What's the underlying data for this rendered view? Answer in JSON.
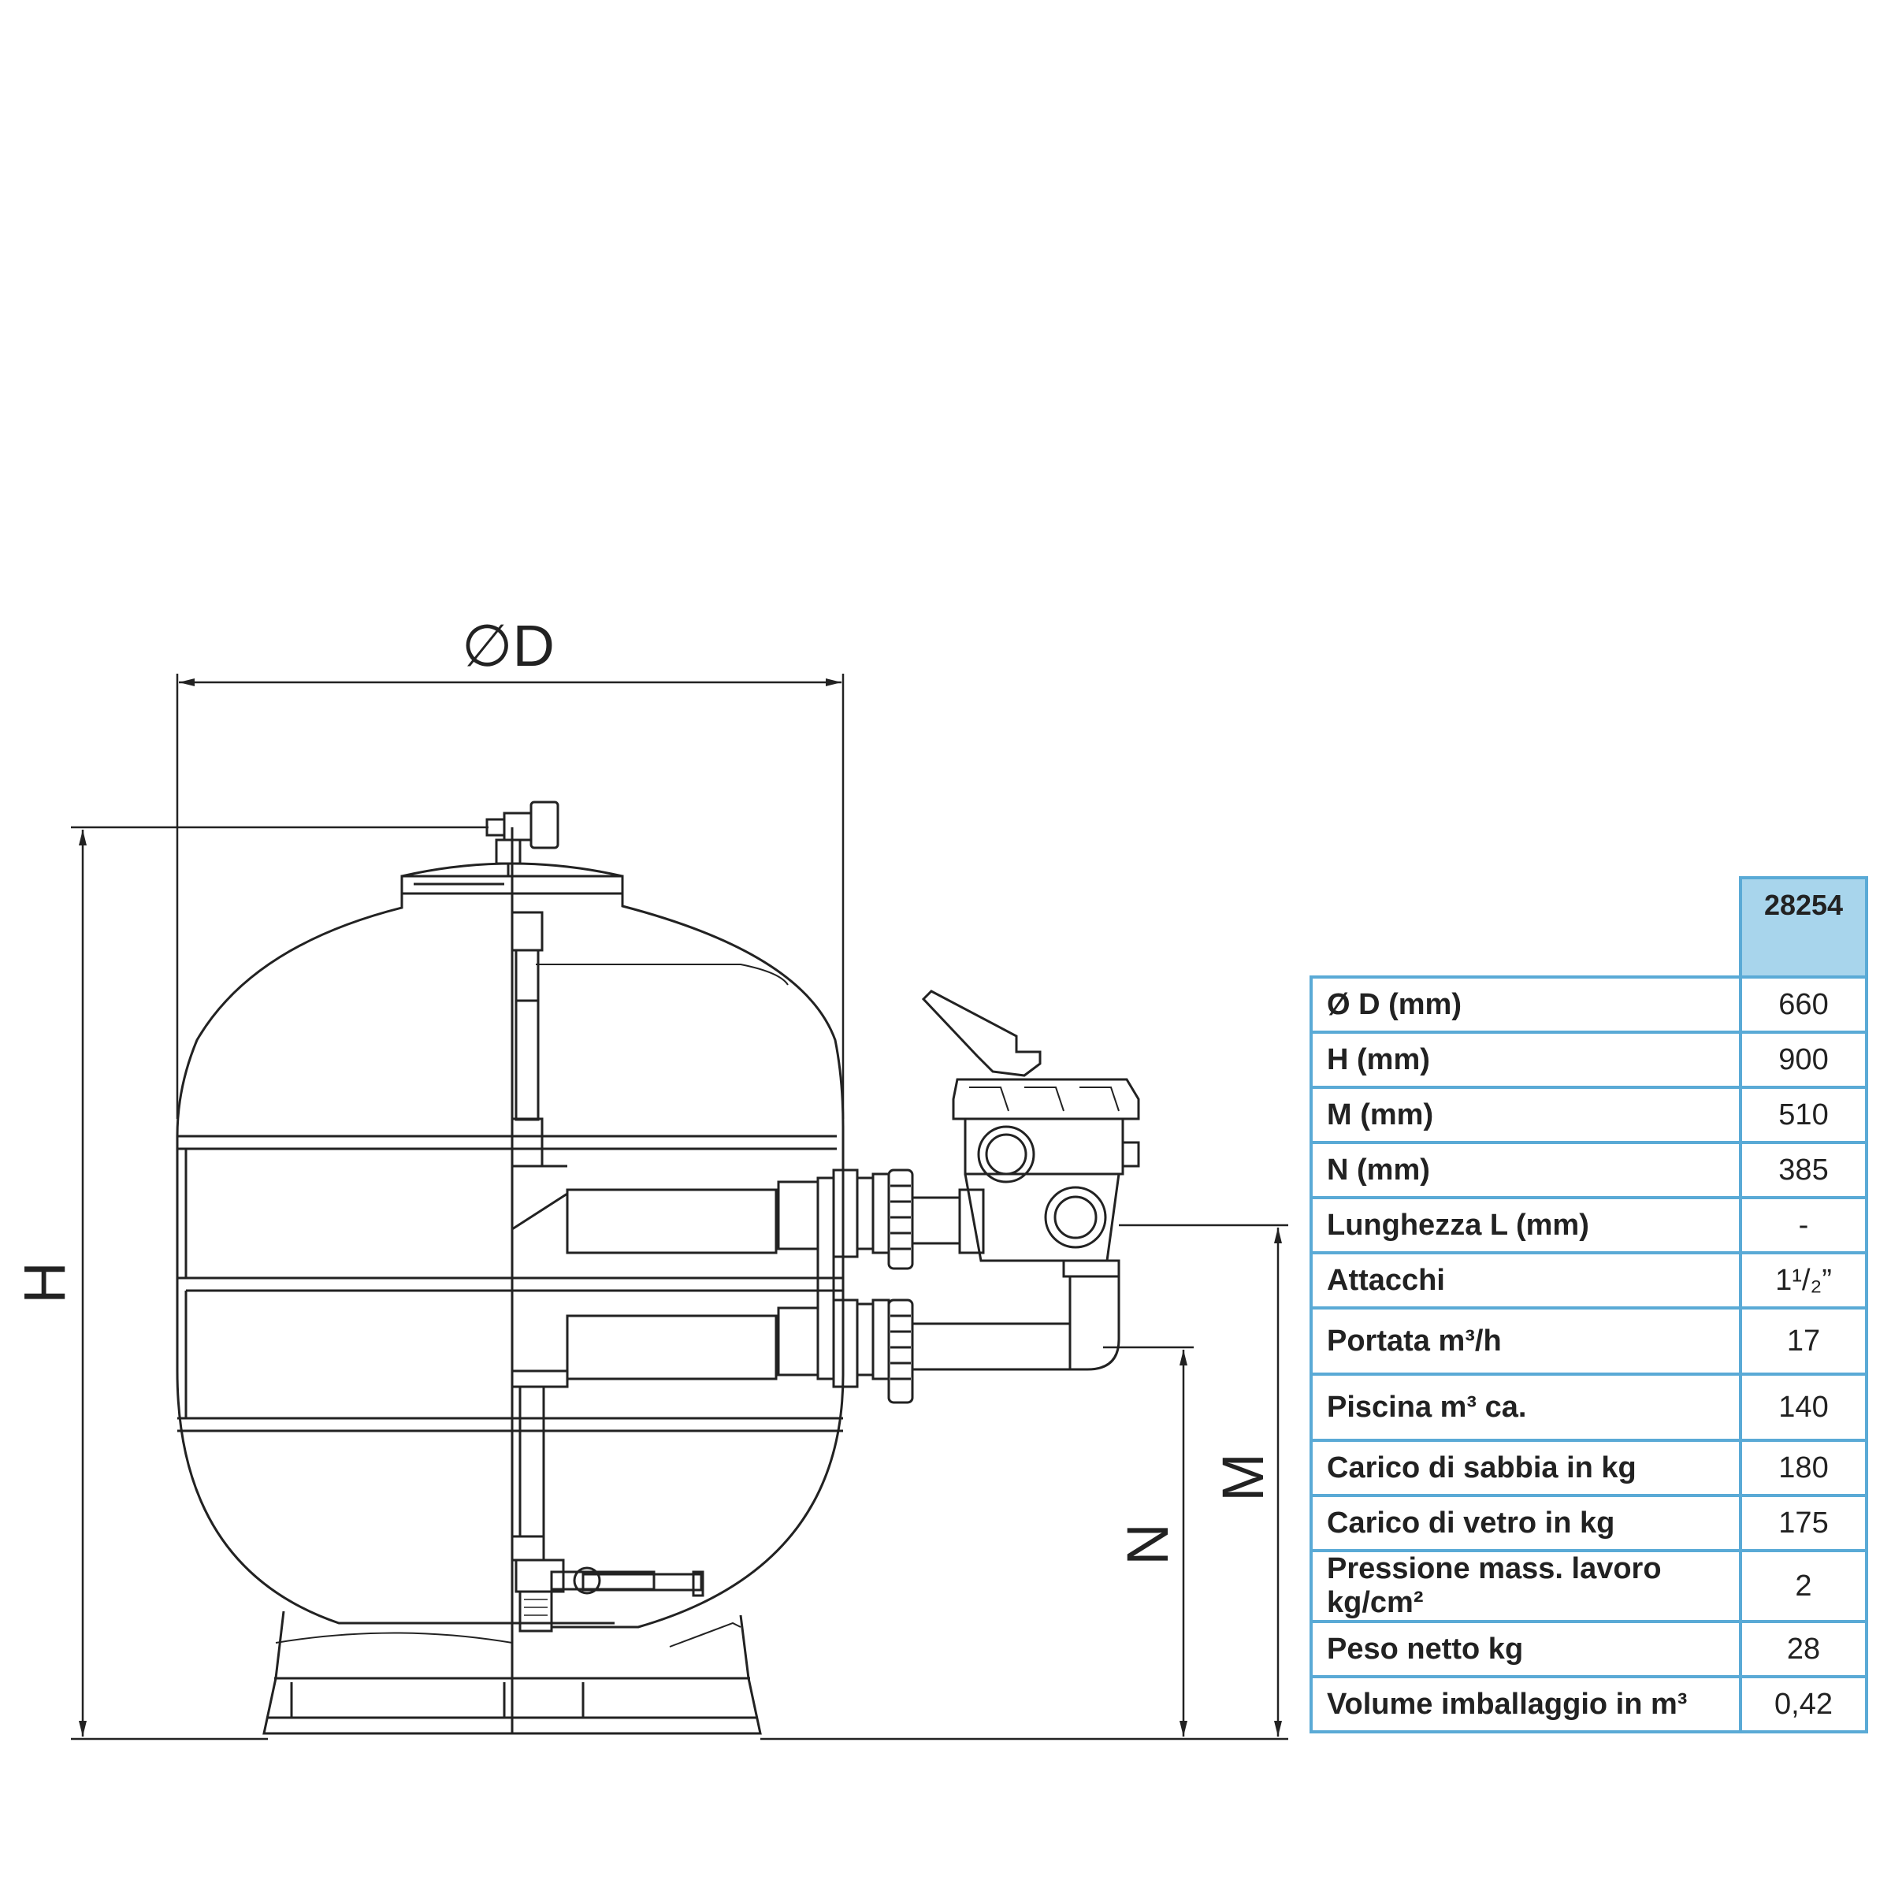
{
  "diagram": {
    "labels": {
      "diameter": "∅D",
      "height": "H",
      "m": "M",
      "n": "N"
    }
  },
  "table": {
    "model": "28254",
    "rows": [
      {
        "label": "Ø D (mm)",
        "value": "660"
      },
      {
        "label": "H (mm)",
        "value": "900"
      },
      {
        "label": "M (mm)",
        "value": "510"
      },
      {
        "label": "N (mm)",
        "value": "385"
      },
      {
        "label": "Lunghezza L (mm)",
        "value": "-"
      },
      {
        "label": "Attacchi",
        "value": "1¹/₂”"
      },
      {
        "label": "Portata m³/h",
        "value": "17"
      },
      {
        "label": "Piscina m³ ca.",
        "value": "140"
      },
      {
        "label": "Carico di sabbia in kg",
        "value": "180"
      },
      {
        "label": "Carico di vetro in kg",
        "value": "175"
      },
      {
        "label": "Pressione mass. lavoro kg/cm²",
        "value": "2"
      },
      {
        "label": "Peso netto kg",
        "value": "28"
      },
      {
        "label": "Volume imballaggio in m³",
        "value": "0,42"
      }
    ]
  }
}
